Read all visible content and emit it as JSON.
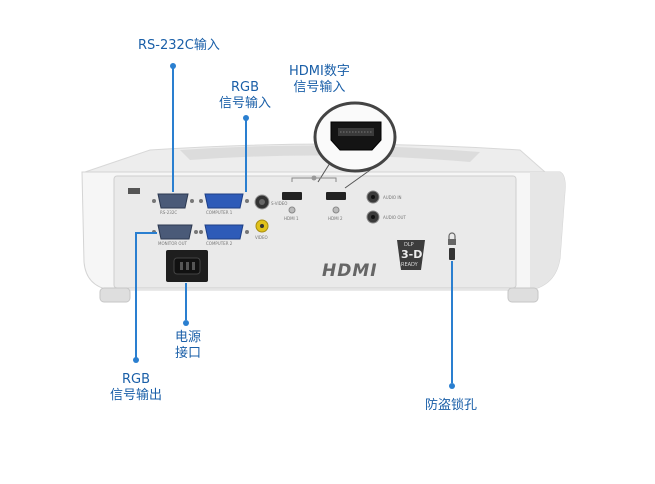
{
  "callouts": {
    "rs232": "RS-232C输入",
    "rgb_in": [
      "RGB",
      "信号输入"
    ],
    "hdmi": [
      "HDMI数字",
      "信号输入"
    ],
    "power": [
      "电源",
      "接口"
    ],
    "rgb_out": [
      "RGB",
      "信号输出"
    ],
    "lock": "防盗锁孔"
  },
  "panel": {
    "hdmi_logo": "HDMI",
    "badge_top": "DLP",
    "badge_mid": "3-D",
    "badge_bottom": "READY",
    "port_labels": [
      "RS-232C",
      "COMPUTER 1",
      "COMPUTER 2",
      "MONITOR OUT",
      "HDMI 1",
      "HDMI 2",
      "AUDIO IN",
      "AUDIO OUT",
      "S-VIDEO",
      "VIDEO"
    ]
  },
  "colors": {
    "accent": "#2a7fd0",
    "label_text": "#1a5fa8",
    "body": "#f4f4f4",
    "panel": "#e9e9e9"
  }
}
